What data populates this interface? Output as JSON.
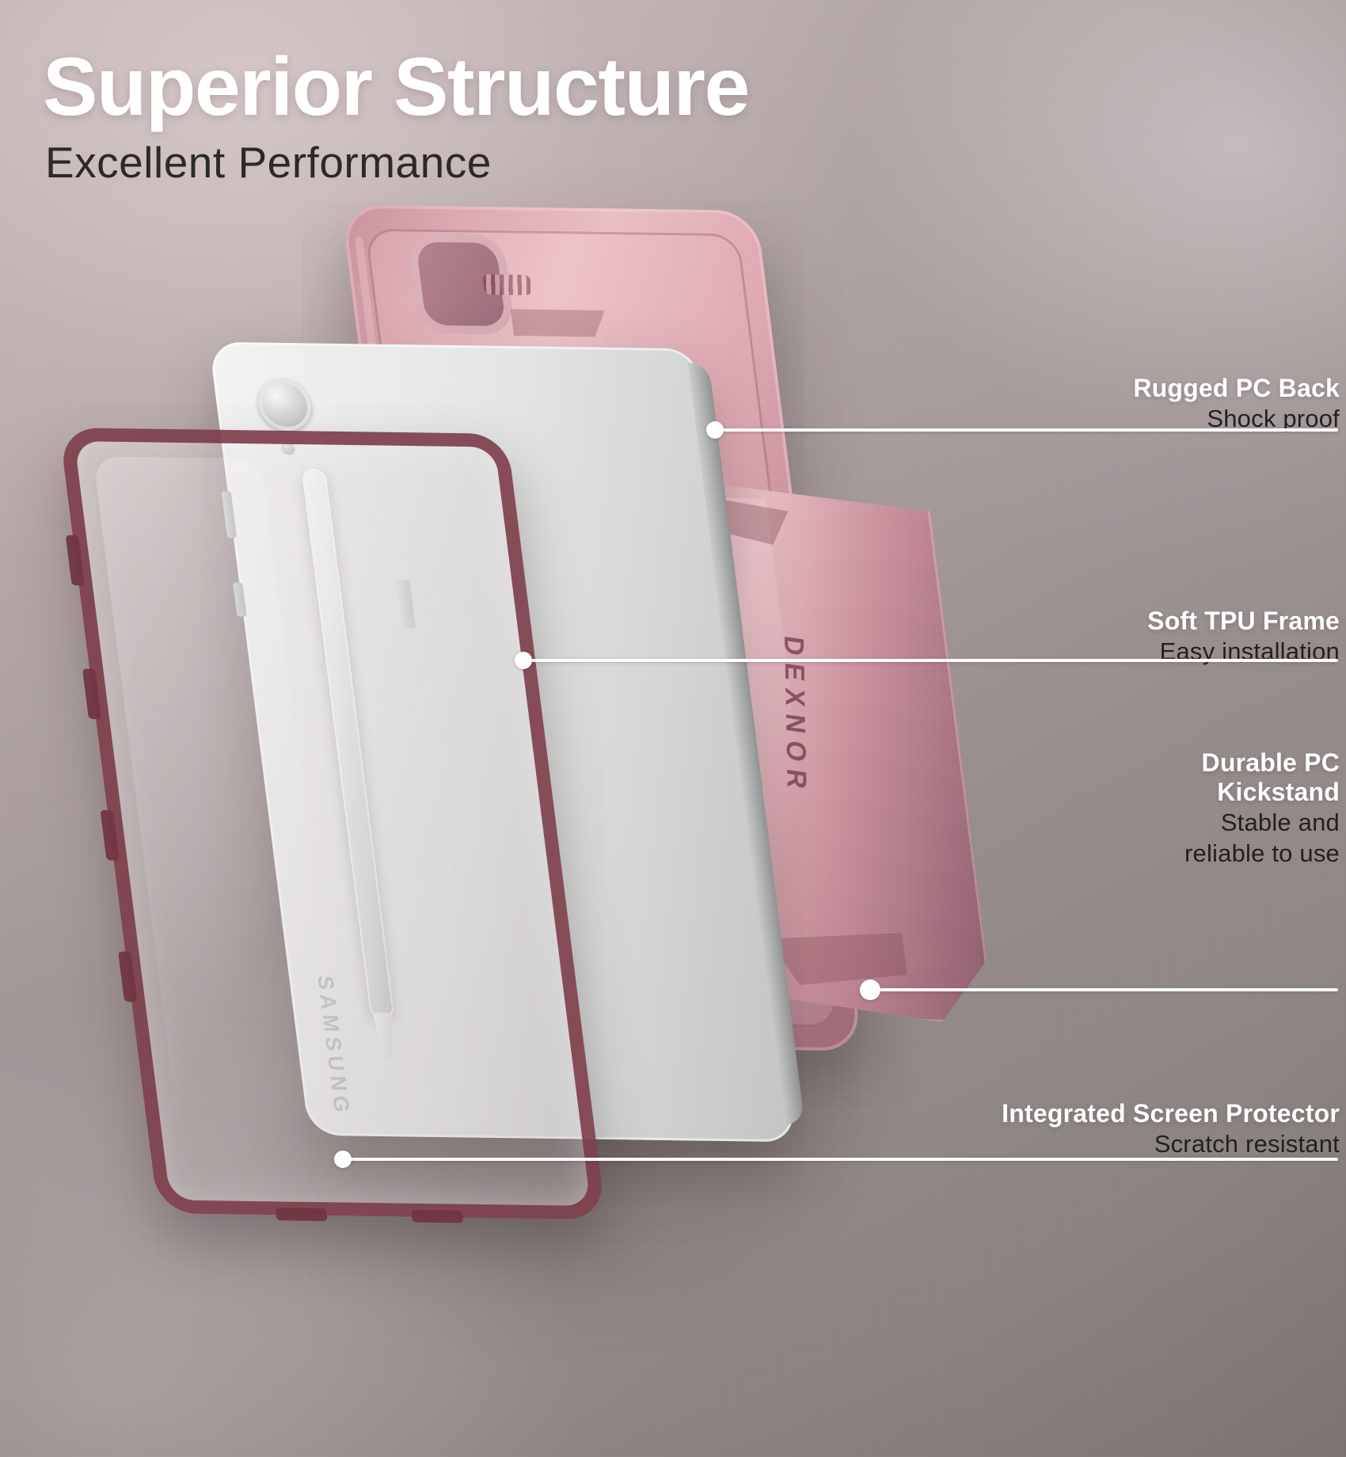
{
  "header": {
    "title": "Superior Structure",
    "subtitle": "Excellent Performance"
  },
  "brand": {
    "case_brand": "DEXNOR",
    "device_brand": "SAMSUNG"
  },
  "colors": {
    "background_light": "#c6b8b8",
    "background_dark": "#837b7a",
    "case_rose_gold": "#dca9b1",
    "case_deep_rose": "#7b3c48",
    "tablet_silver": "#ececeb",
    "title_text": "#ffffff",
    "subtitle_text": "#2c2828",
    "leader_line": "#ffffff"
  },
  "callouts": [
    {
      "id": "rugged-pc-back",
      "title": "Rugged PC Back",
      "subtitle": "Shock proof"
    },
    {
      "id": "soft-tpu-frame",
      "title": "Soft TPU Frame",
      "subtitle": "Easy installation"
    },
    {
      "id": "durable-pc-kickstand",
      "title_line1": "Durable PC",
      "title_line2": "Kickstand",
      "subtitle_line1": "Stable  and",
      "subtitle_line2": "reliable to use"
    },
    {
      "id": "integrated-screen-protector",
      "title": "Integrated Screen Protector",
      "subtitle": "Scratch resistant"
    }
  ]
}
